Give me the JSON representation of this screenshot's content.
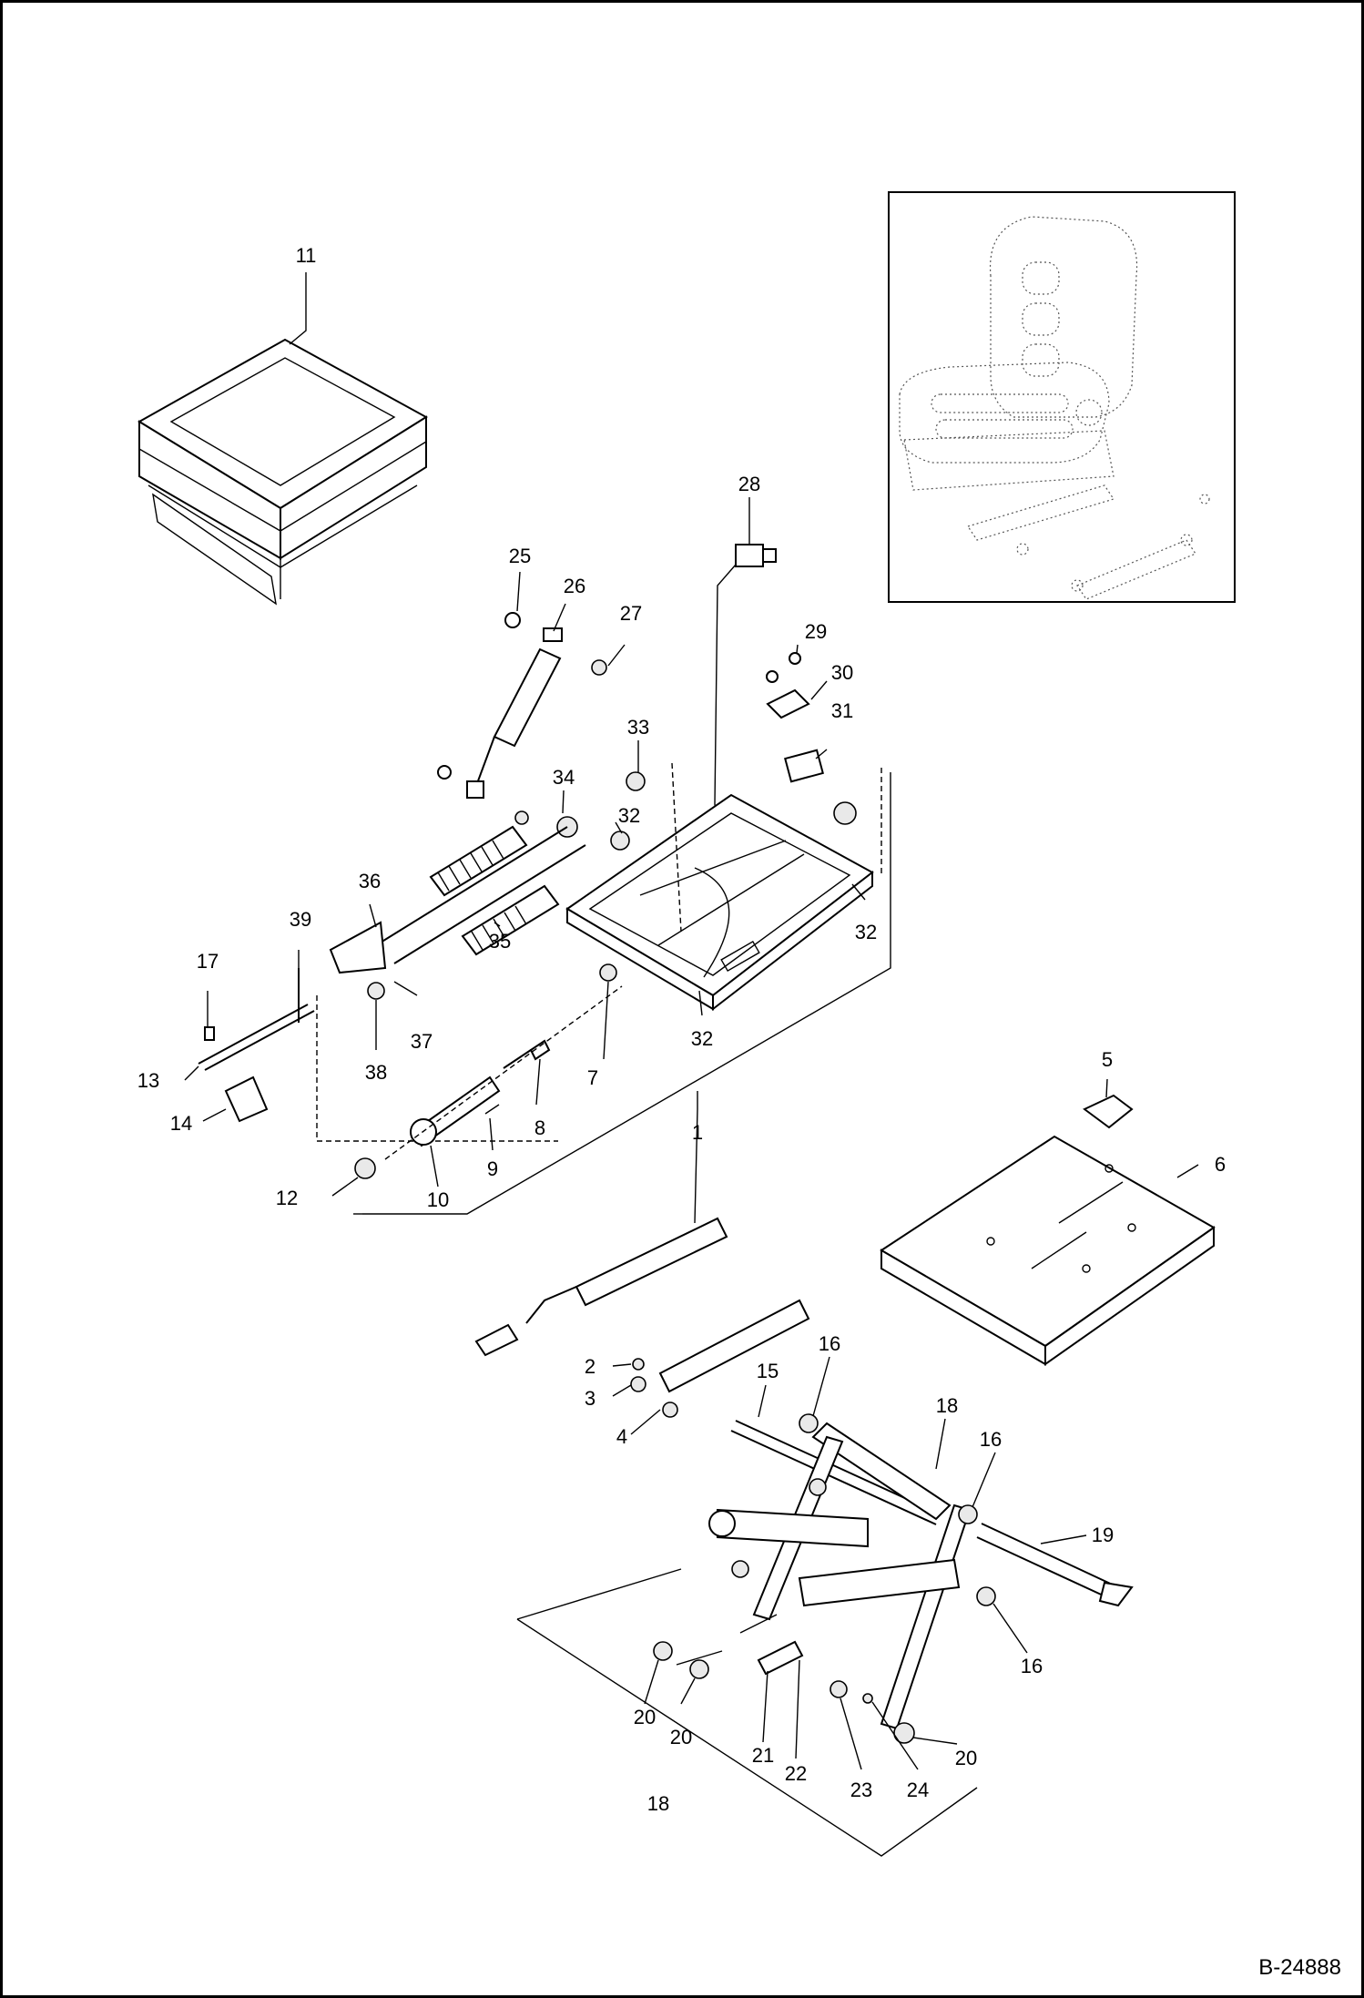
{
  "drawing": {
    "reference": "B-24888",
    "callouts": [
      {
        "id": "c1",
        "text": "1"
      },
      {
        "id": "c2",
        "text": "2"
      },
      {
        "id": "c3",
        "text": "3"
      },
      {
        "id": "c4",
        "text": "4"
      },
      {
        "id": "c5",
        "text": "5"
      },
      {
        "id": "c6",
        "text": "6"
      },
      {
        "id": "c7",
        "text": "7"
      },
      {
        "id": "c8",
        "text": "8"
      },
      {
        "id": "c9",
        "text": "9"
      },
      {
        "id": "c10",
        "text": "10"
      },
      {
        "id": "c11",
        "text": "11"
      },
      {
        "id": "c12",
        "text": "12"
      },
      {
        "id": "c13",
        "text": "13"
      },
      {
        "id": "c14",
        "text": "14"
      },
      {
        "id": "c15",
        "text": "15"
      },
      {
        "id": "c16a",
        "text": "16"
      },
      {
        "id": "c16b",
        "text": "16"
      },
      {
        "id": "c16c",
        "text": "16"
      },
      {
        "id": "c17",
        "text": "17"
      },
      {
        "id": "c18a",
        "text": "18"
      },
      {
        "id": "c18b",
        "text": "18"
      },
      {
        "id": "c19",
        "text": "19"
      },
      {
        "id": "c20a",
        "text": "20"
      },
      {
        "id": "c20b",
        "text": "20"
      },
      {
        "id": "c20c",
        "text": "20"
      },
      {
        "id": "c21",
        "text": "21"
      },
      {
        "id": "c22",
        "text": "22"
      },
      {
        "id": "c23",
        "text": "23"
      },
      {
        "id": "c24",
        "text": "24"
      },
      {
        "id": "c25",
        "text": "25"
      },
      {
        "id": "c26",
        "text": "26"
      },
      {
        "id": "c27",
        "text": "27"
      },
      {
        "id": "c28",
        "text": "28"
      },
      {
        "id": "c29",
        "text": "29"
      },
      {
        "id": "c30",
        "text": "30"
      },
      {
        "id": "c31",
        "text": "31"
      },
      {
        "id": "c32a",
        "text": "32"
      },
      {
        "id": "c32b",
        "text": "32"
      },
      {
        "id": "c32c",
        "text": "32"
      },
      {
        "id": "c33",
        "text": "33"
      },
      {
        "id": "c34",
        "text": "34"
      },
      {
        "id": "c35",
        "text": "35"
      },
      {
        "id": "c36",
        "text": "36"
      },
      {
        "id": "c37",
        "text": "37"
      },
      {
        "id": "c38",
        "text": "38"
      },
      {
        "id": "c39",
        "text": "39"
      }
    ]
  }
}
